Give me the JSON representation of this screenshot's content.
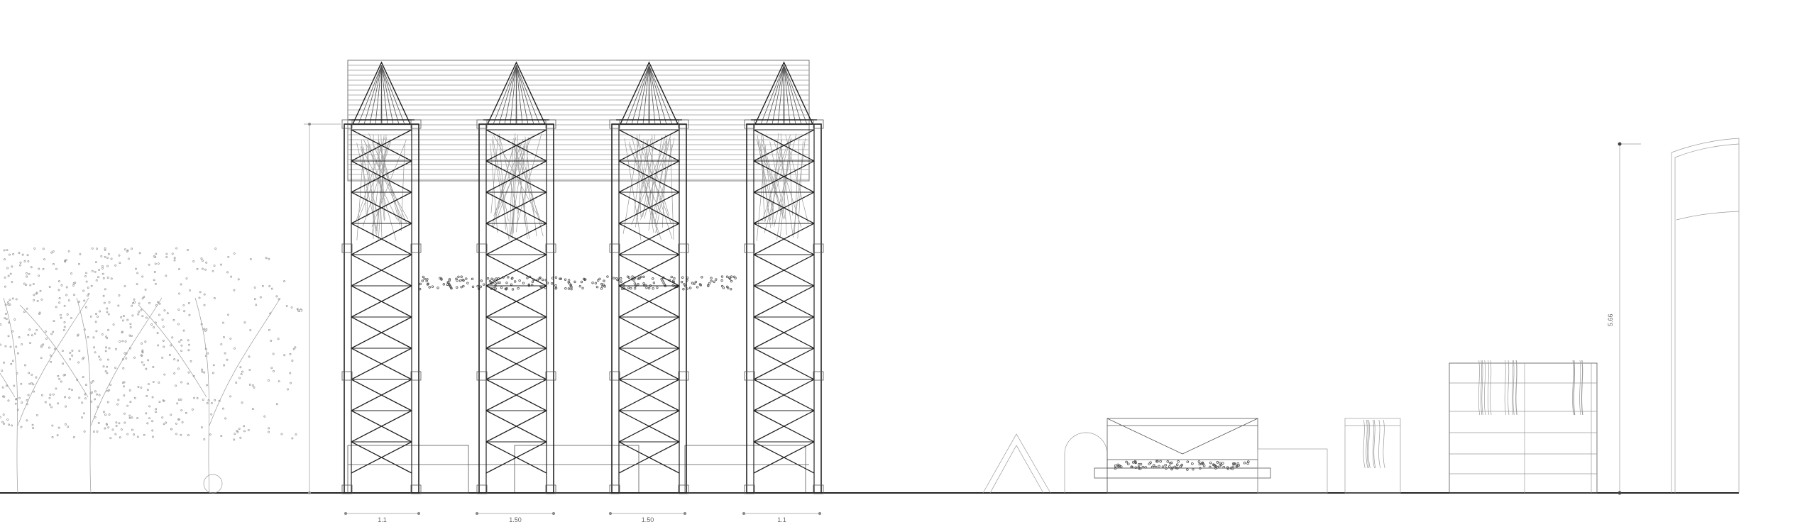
{
  "drawing": {
    "type": "architectural elevation",
    "dimensions": {
      "bay_widths": [
        "1.1",
        "1.50",
        "1.50",
        "1.1"
      ],
      "left_height": "5",
      "right_height": "5.66"
    },
    "colors": {
      "line": "#222222",
      "faint": "#9a9a9a",
      "background": "#ffffff"
    }
  }
}
